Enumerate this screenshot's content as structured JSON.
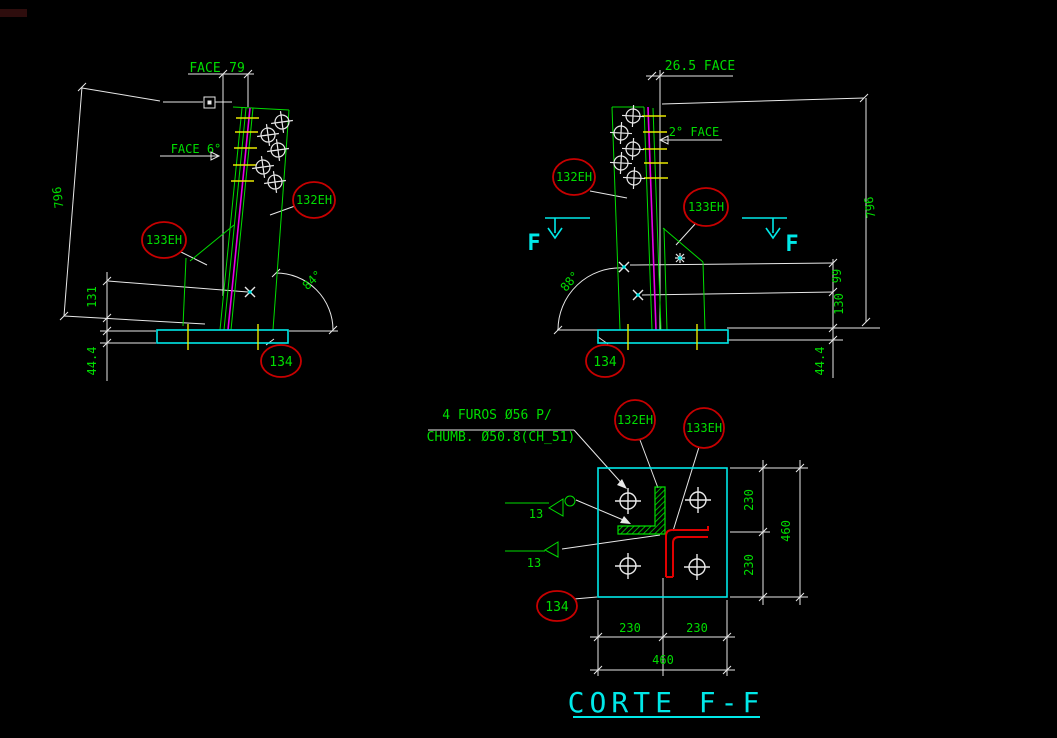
{
  "drawing": {
    "type": "CAD structural steel detail",
    "background": "#000000"
  },
  "colors": {
    "line_green": "#00dd00",
    "dim_white": "#e8e8e8",
    "cyan": "#00e8e8",
    "magenta": "#e800e8",
    "yellow": "#e8e800",
    "bubble_red": "#c80000",
    "profile_red": "#e00000"
  },
  "left_view": {
    "face_label": "FACE",
    "face_offset_dim": "79",
    "face_angle_label": "FACE 6°",
    "height_dim": "796",
    "anchor_dim": "131",
    "plate_thickness_dim": "44.4",
    "angle_dim": "84°",
    "bubble_132": "132EH",
    "bubble_133": "133EH",
    "bubble_134": "134"
  },
  "right_view": {
    "face_dim_label": "26.5 FACE",
    "face_angle_label": "2° FACE",
    "height_dim": "796",
    "dim_99": "99",
    "dim_130": "130",
    "plate_thickness_dim": "44.4",
    "angle_dim": "88°",
    "bubble_132": "132EH",
    "bubble_133": "133EH",
    "bubble_134": "134",
    "section_letter": "F"
  },
  "plan_view": {
    "note_line1": "4 FUROS Ø56 P/",
    "note_line2": "CHUMB. Ø50.8(CH_51)",
    "weld_size": "13",
    "dim_230": "230",
    "dim_460": "460",
    "bubble_132": "132EH",
    "bubble_133": "133EH",
    "bubble_134": "134",
    "title": "CORTE F-F"
  }
}
